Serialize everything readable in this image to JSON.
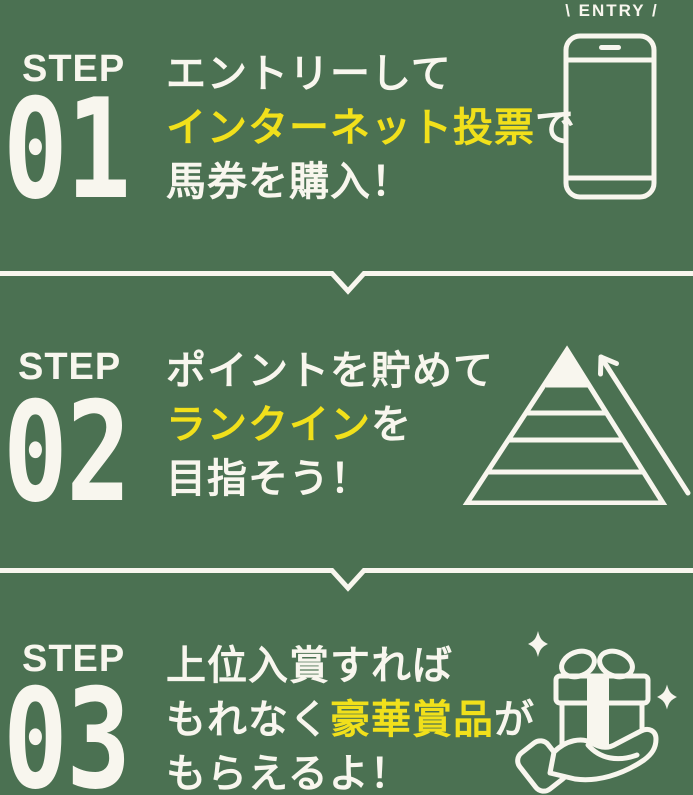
{
  "page": {
    "background_color": "#4B7152",
    "text_color": "#F8F6EE",
    "accent_color": "#F1E01B"
  },
  "steps": [
    {
      "label": "STEP",
      "number": "01",
      "badge": "\\ ENTRY /",
      "icon": "smartphone-icon",
      "lines": [
        {
          "parts": [
            {
              "text": "エントリーして",
              "highlight": false
            }
          ]
        },
        {
          "parts": [
            {
              "text": "インターネット投票",
              "highlight": true
            },
            {
              "text": "で",
              "highlight": false
            }
          ]
        },
        {
          "parts": [
            {
              "text": "馬券を購入！",
              "highlight": false
            }
          ]
        }
      ]
    },
    {
      "label": "STEP",
      "number": "02",
      "icon": "ranking-pyramid-icon",
      "lines": [
        {
          "parts": [
            {
              "text": "ポイントを貯めて",
              "highlight": false
            }
          ]
        },
        {
          "parts": [
            {
              "text": "ランクイン",
              "highlight": true
            },
            {
              "text": "を",
              "highlight": false
            }
          ]
        },
        {
          "parts": [
            {
              "text": "目指そう！",
              "highlight": false
            }
          ]
        }
      ]
    },
    {
      "label": "STEP",
      "number": "03",
      "icon": "gift-in-hand-icon",
      "lines": [
        {
          "parts": [
            {
              "text": "上位入賞すれば",
              "highlight": false
            }
          ]
        },
        {
          "parts": [
            {
              "text": "もれなく",
              "highlight": false
            },
            {
              "text": "豪華賞品",
              "highlight": true
            },
            {
              "text": "が",
              "highlight": false
            }
          ]
        },
        {
          "parts": [
            {
              "text": "もらえるよ！",
              "highlight": false
            }
          ]
        }
      ]
    }
  ]
}
